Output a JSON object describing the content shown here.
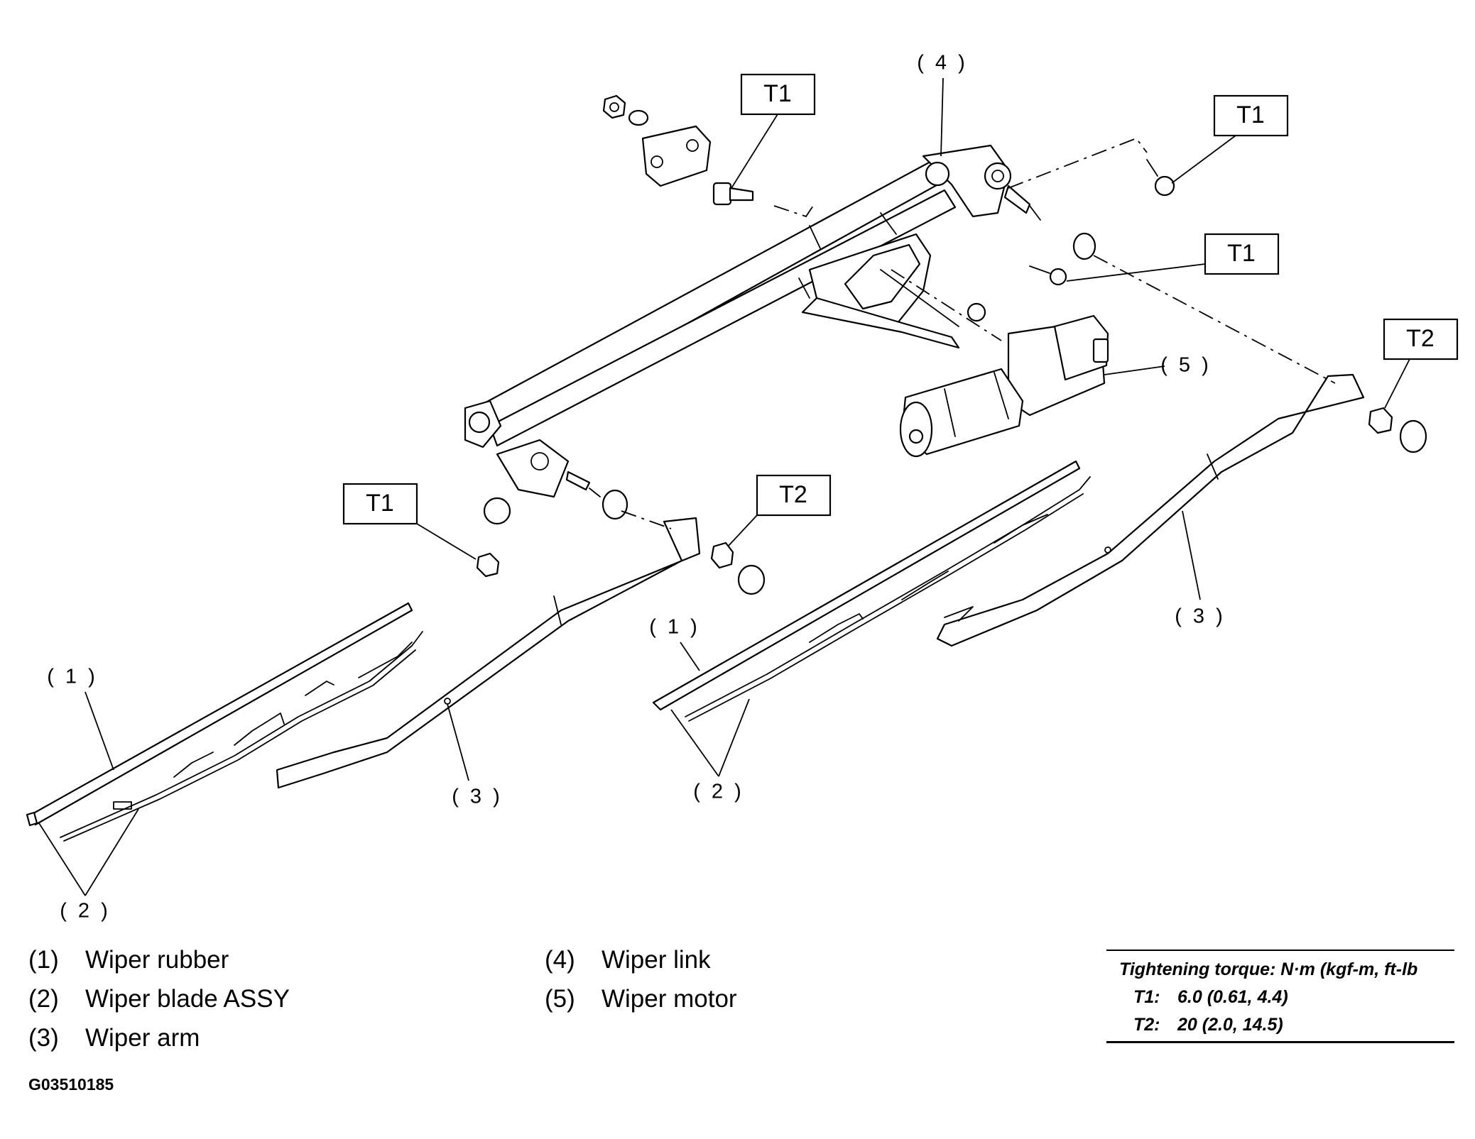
{
  "diagram": {
    "callouts": {
      "t1_bolt": "T1",
      "t1_pivot": "T1",
      "t1_motor": "T1",
      "t1_nut": "T1",
      "t2_left": "T2",
      "t2_right": "T2"
    },
    "part_labels": {
      "link": "( 4 )",
      "motor": "( 5 )",
      "arm_left": "( 3 )",
      "arm_right": "( 3 )",
      "rubber_left": "( 1 )",
      "rubber_right": "( 1 )",
      "blade_left": "( 2 )",
      "blade_right": "( 2 )"
    }
  },
  "legend": [
    {
      "num": "(1)",
      "text": "Wiper rubber"
    },
    {
      "num": "(2)",
      "text": "Wiper blade ASSY"
    },
    {
      "num": "(3)",
      "text": "Wiper arm"
    },
    {
      "num": "(4)",
      "text": "Wiper link"
    },
    {
      "num": "(5)",
      "text": "Wiper motor"
    }
  ],
  "torque": {
    "title": "Tightening torque: N·m (kgf-m, ft-lb",
    "rows": [
      {
        "key": "T1:",
        "value": "6.0 (0.61, 4.4)"
      },
      {
        "key": "T2:",
        "value": "20 (2.0, 14.5)"
      }
    ]
  },
  "figure_code": "G03510185"
}
